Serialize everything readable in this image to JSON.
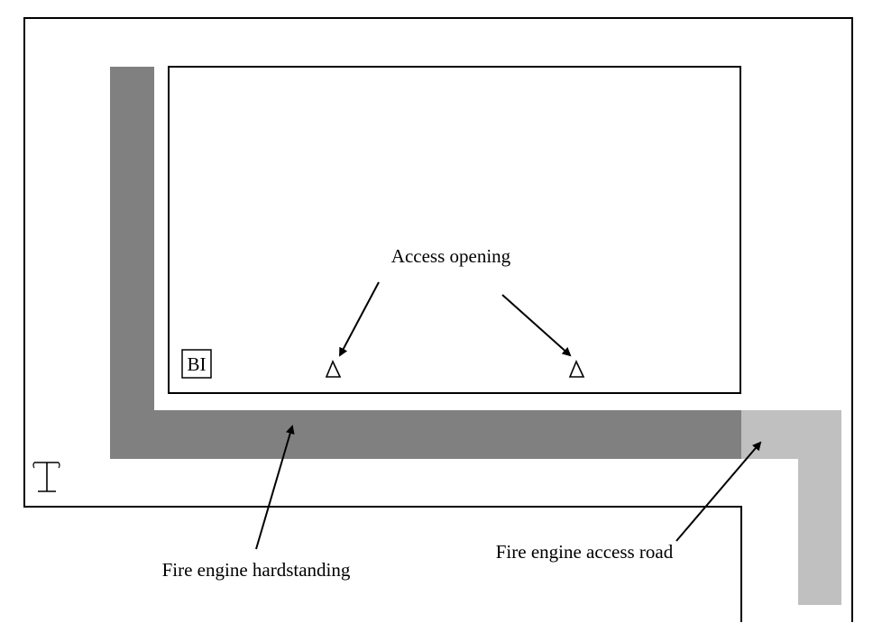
{
  "labels": {
    "access_opening": "Access opening",
    "fire_engine_hardstanding": "Fire engine hardstanding",
    "fire_engine_access_road": "Fire engine access road",
    "bi_marker": "BI"
  },
  "colors": {
    "background": "#ffffff",
    "outline": "#000000",
    "hardstanding": "#808080",
    "access_road": "#c0c0c0"
  },
  "icons": {
    "access_opening_marker": "triangle-icon",
    "hydrant_marker": "t-icon"
  }
}
